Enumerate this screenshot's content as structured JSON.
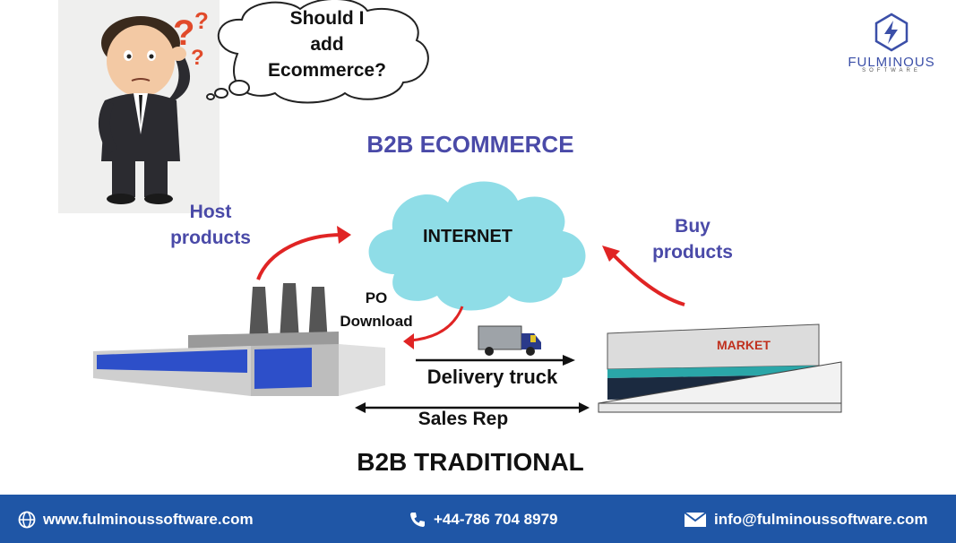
{
  "thought": {
    "line1": "Should I",
    "line2": "add",
    "line3": "Ecommerce?"
  },
  "title": "B2B ECOMMERCE",
  "labels": {
    "host_line1": "Host",
    "host_line2": "products",
    "buy_line1": "Buy",
    "buy_line2": "products",
    "cloud": "INTERNET",
    "po_line1": "PO",
    "po_line2": "Download",
    "truck": "Delivery truck",
    "rep": "Sales Rep",
    "market_sign": "MARKET"
  },
  "bottom_title": "B2B TRADITIONAL",
  "brand": {
    "name": "FULMINOUS",
    "sub": "SOFTWARE"
  },
  "footer": {
    "website": "www.fulminoussoftware.com",
    "phone": "+44-786 704 8979",
    "email": "info@fulminoussoftware.com"
  },
  "colors": {
    "accent_blue": "#4a4aa8",
    "arrow_red": "#e02424",
    "cloud": "#8fdde7",
    "footer_bg": "#1f56a6"
  }
}
